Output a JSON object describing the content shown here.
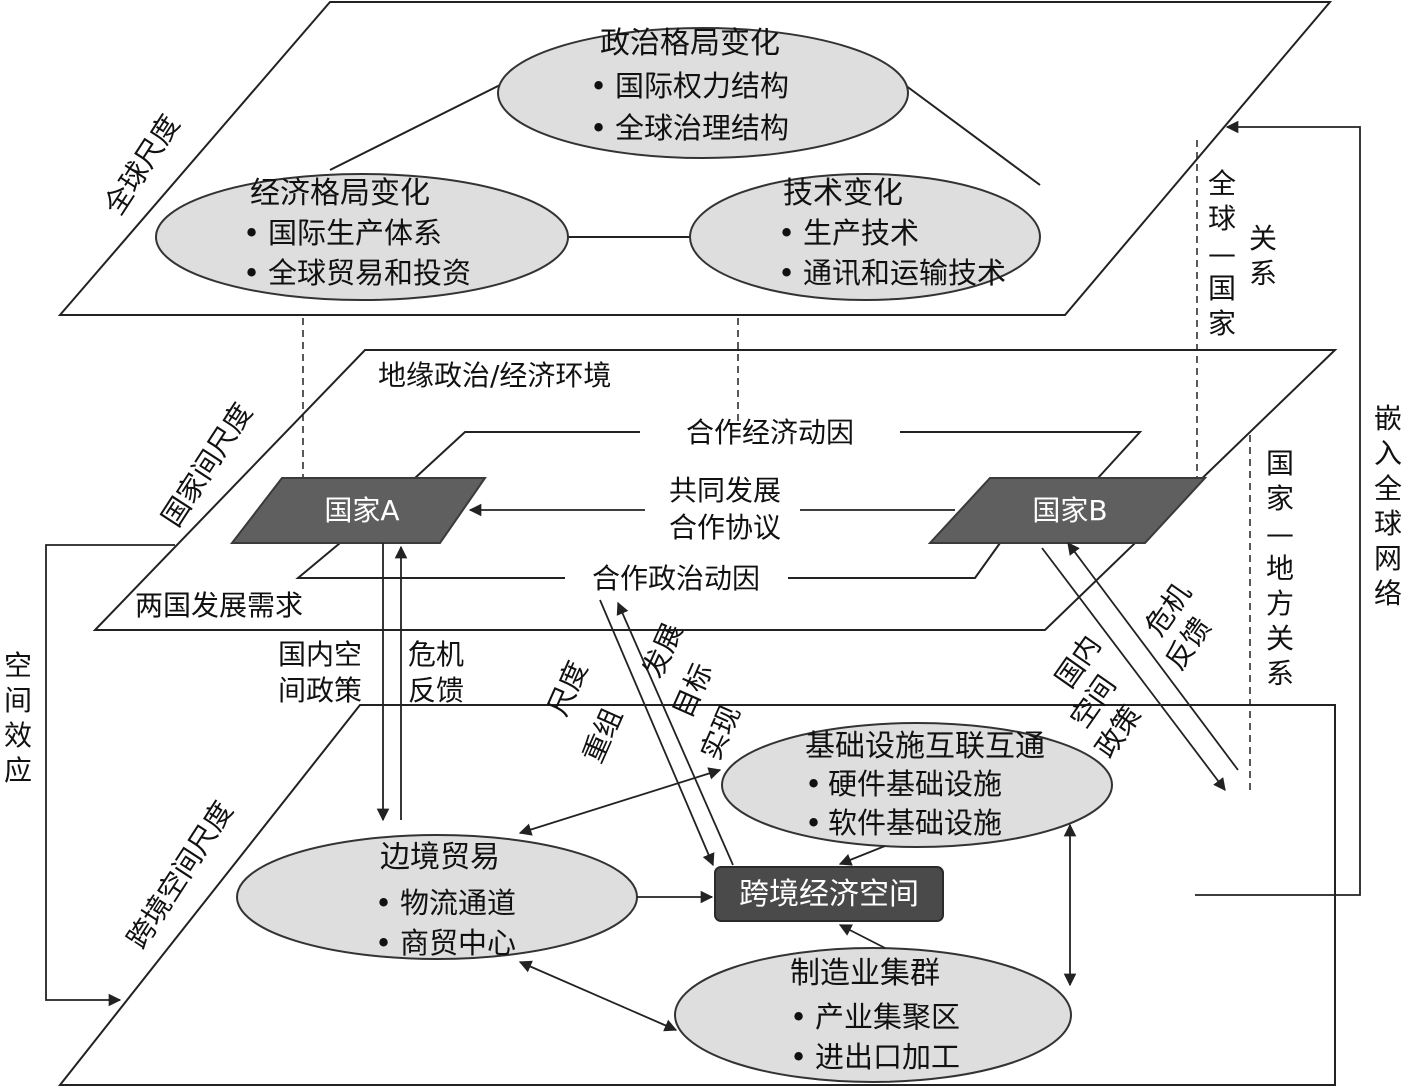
{
  "layers": {
    "global": "全球尺度",
    "international": "国家间尺度",
    "crossborder": "跨境空间尺度"
  },
  "global_nodes": {
    "political": {
      "title": "政治格局变化",
      "items": [
        "国际权力结构",
        "全球治理结构"
      ]
    },
    "economic": {
      "title": "经济格局变化",
      "items": [
        "国际生产体系",
        "全球贸易和投资"
      ]
    },
    "technology": {
      "title": "技术变化",
      "items": [
        "生产技术",
        "通讯和运输技术"
      ]
    }
  },
  "international": {
    "environment": "地缘政治/经济环境",
    "needs": "两国发展需求",
    "econ_driver": "合作经济动因",
    "pol_driver": "合作政治动因",
    "agreement": [
      "共同发展",
      "合作协议"
    ],
    "country_a": "国家A",
    "country_b": "国家B"
  },
  "crossborder_nodes": {
    "infrastructure": {
      "title": "基础设施互联互通",
      "items": [
        "硬件基础设施",
        "软件基础设施"
      ]
    },
    "border_trade": {
      "title": "边境贸易",
      "items": [
        "物流通道",
        "商贸中心"
      ]
    },
    "manufacturing": {
      "title": "制造业集群",
      "items": [
        "产业集聚区",
        "进出口加工"
      ]
    },
    "center": "跨境经济空间"
  },
  "relations": {
    "domestic_policy_a": [
      "国内空",
      "间政策"
    ],
    "crisis_feedback_a": [
      "危机",
      "反馈"
    ],
    "scale_reorg": [
      "尺度",
      "重组"
    ],
    "dev_goal": [
      "发展",
      "目标",
      "实现"
    ],
    "domestic_policy_b": [
      "国内",
      "空间",
      "政策"
    ],
    "crisis_feedback_b": [
      "危机",
      "反馈"
    ],
    "global_country": [
      "全",
      "球",
      "—",
      "国",
      "家"
    ],
    "guanxi": [
      "关",
      "系"
    ],
    "country_local": [
      "国",
      "家",
      "—",
      "地",
      "方",
      "关",
      "系"
    ],
    "embed_global": [
      "嵌",
      "入",
      "全",
      "球",
      "网",
      "络"
    ],
    "spatial_effect": [
      "空",
      "间",
      "效",
      "应"
    ]
  }
}
